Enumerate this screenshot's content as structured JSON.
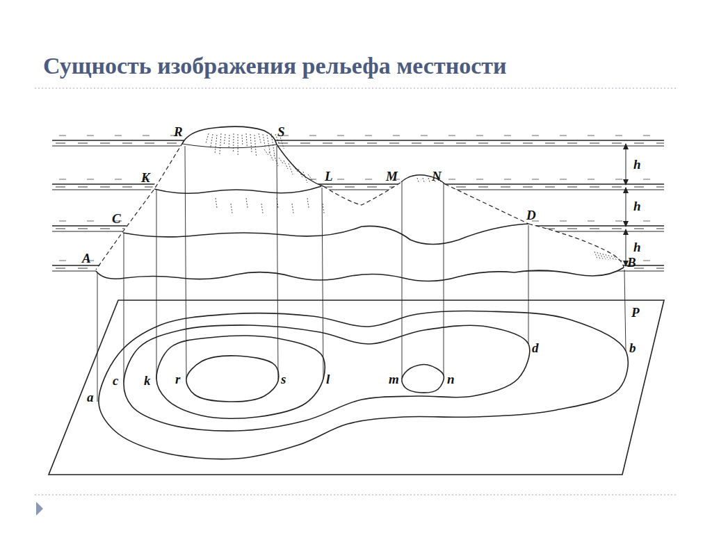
{
  "diagram": {
    "title": "Сущность изображения рельефа местности",
    "labels": [
      "R",
      "S",
      "K",
      "L",
      "M",
      "N",
      "C",
      "D",
      "A",
      "B",
      "h",
      "h",
      "h",
      "P",
      "a",
      "c",
      "k",
      "r",
      "s",
      "l",
      "m",
      "n",
      "d",
      "b"
    ]
  }
}
